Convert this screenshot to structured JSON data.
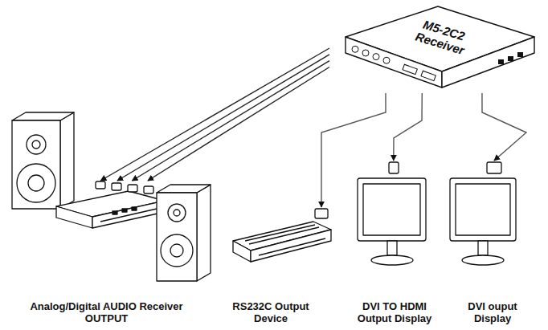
{
  "diagram": {
    "nodes": [
      {
        "text": [
          "M5-2C2 Receiver"
        ]
      },
      {
        "text": [
          "Analog/Digital AUDIO Receiver OUTPUT"
        ]
      },
      {
        "text": [
          "RS232C Output Device"
        ]
      },
      {
        "text": [
          "DVI TO HDMI Output Display"
        ]
      },
      {
        "text": [
          "DVI ouput Display"
        ]
      }
    ],
    "edges": [
      {
        "from": 0,
        "to": 1,
        "arrow": "to"
      },
      {
        "from": 0,
        "to": 1,
        "arrow": "to"
      },
      {
        "from": 0,
        "to": 1,
        "arrow": "to"
      },
      {
        "from": 0,
        "to": 1,
        "arrow": "to"
      },
      {
        "from": 0,
        "to": 2,
        "arrow": "to"
      },
      {
        "from": 0,
        "to": 3,
        "arrow": "to"
      },
      {
        "from": 0,
        "to": 4,
        "arrow": "to"
      }
    ]
  }
}
